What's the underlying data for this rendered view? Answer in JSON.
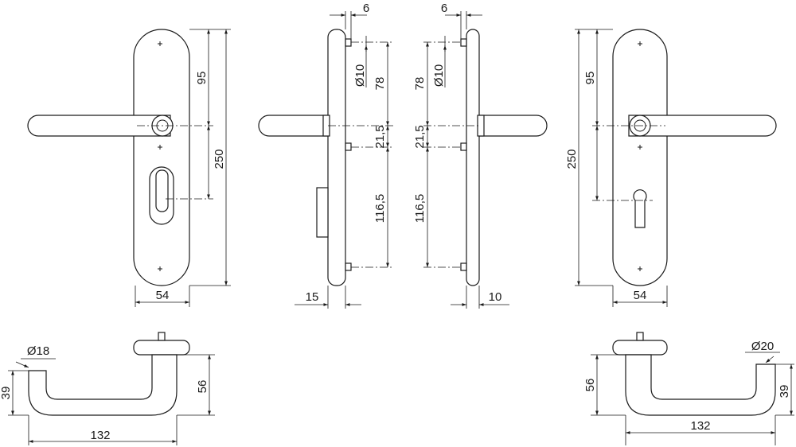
{
  "dimensions": {
    "front_left": {
      "width": "54",
      "upper": "95",
      "total": "250"
    },
    "side_left": {
      "top": "6",
      "hole": "Ø10",
      "a": "78",
      "b": "21,5",
      "c": "116,5",
      "thick": "15"
    },
    "side_right": {
      "top": "6",
      "hole": "Ø10",
      "a": "78",
      "b": "21,5",
      "c": "116,5",
      "thick": "10"
    },
    "front_right": {
      "width": "54",
      "upper": "95",
      "total": "250"
    },
    "handle_left": {
      "dia": "Ø18",
      "drop": "39",
      "height": "56",
      "length": "132"
    },
    "handle_right": {
      "dia": "Ø20",
      "drop": "39",
      "height": "56",
      "length": "132"
    }
  }
}
